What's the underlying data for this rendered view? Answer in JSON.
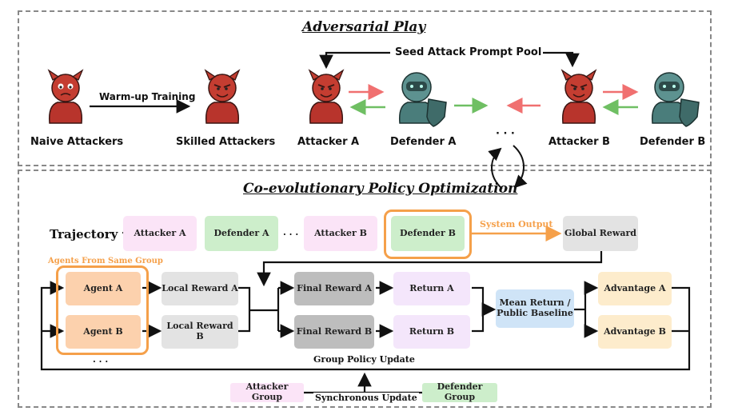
{
  "top": {
    "title": "Adversarial Play",
    "seed_label": "Seed Attack Prompt Pool",
    "warmup_label": "Warm-up Training",
    "naive": "Naive Attackers",
    "skilled": "Skilled Attackers",
    "attacker_a": "Attacker A",
    "defender_a": "Defender A",
    "attacker_b": "Attacker B",
    "defender_b": "Defender B",
    "ellipsis": "· · ·"
  },
  "bottom": {
    "title": "Co-evolutionary Policy Optimization",
    "trajectory": "Trajectory τ",
    "traj_items": [
      "Attacker A",
      "Defender A",
      "· · ·",
      "Attacker B",
      "Defender B"
    ],
    "system_output": "System Output",
    "global_reward": "Global Reward",
    "same_group": "Agents From Same Group",
    "agent_a": "Agent A",
    "agent_b": "Agent B",
    "agent_ellipsis": "· · ·",
    "local_a": "Local Reward A",
    "local_b": "Local Reward B",
    "final_a": "Final Reward A",
    "final_b": "Final Reward B",
    "return_a": "Return A",
    "return_b": "Return B",
    "mean_return": "Mean Return / Public Baseline",
    "adv_a": "Advantage A",
    "adv_b": "Advantage B",
    "group_update": "Group Policy Update",
    "attacker_group": "Attacker Group",
    "sync_update": "Synchronous Update",
    "defender_group": "Defender Group"
  },
  "colors": {
    "attacker": "#fbe4f7",
    "defender": "#cdeecb",
    "highlight": "#f5a04a",
    "arrow_red": "#f07070",
    "arrow_green": "#6fbf63"
  }
}
